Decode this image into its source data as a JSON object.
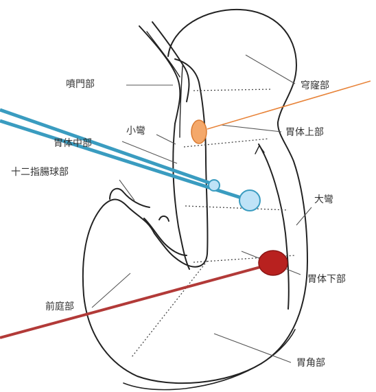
{
  "labels": {
    "cardia": "噴門部",
    "fornix": "穹窿部",
    "lesser_curvature": "小彎",
    "upper_body": "胃体上部",
    "middle_body": "胃体中部",
    "duodenal_bulb": "十二指腸球部",
    "greater_curvature": "大彎",
    "lower_body": "胃体下部",
    "antrum": "前庭部",
    "angle": "胃角部"
  },
  "marker_colors": {
    "upper_body_marker": "#f4a86a",
    "middle_body_marker": "#bfe3f7",
    "lower_body_marker": "#b8211f",
    "blue_pointer": "#3a9cc0",
    "orange_pointer": "#e8843a",
    "red_pointer": "#b23a38"
  }
}
